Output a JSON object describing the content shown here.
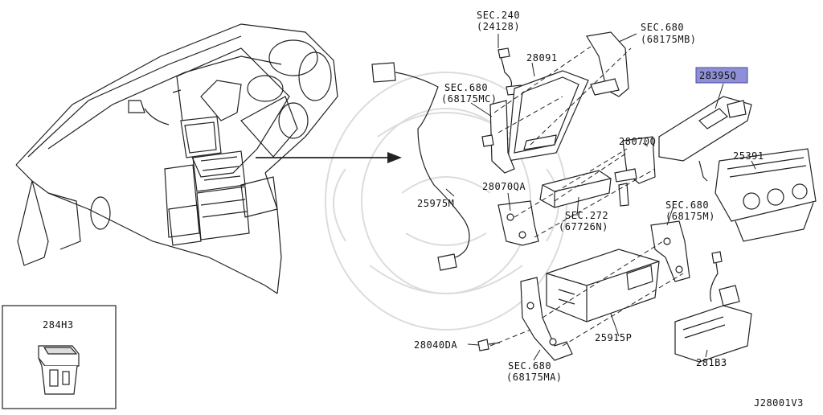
{
  "diagram_code": "J28001V3",
  "inset": {
    "part": "284H3"
  },
  "parts": {
    "p28395Q": "28395Q",
    "p28091": "28091",
    "p28070Q": "28070Q",
    "p25391": "25391",
    "p28070QA": "28070QA",
    "p25975M": "25975M",
    "p25915P": "25915P",
    "p28040DA": "28040DA",
    "p281B3": "281B3"
  },
  "sections": {
    "s240": {
      "title": "SEC.240",
      "code": "(24128)"
    },
    "s680_mb": {
      "title": "SEC.680",
      "code": "(68175MB)"
    },
    "s680_mc": {
      "title": "SEC.680",
      "code": "(68175MC)"
    },
    "s680_m": {
      "title": "SEC.680",
      "code": "(68175M)"
    },
    "s272": {
      "title": "SEC.272",
      "code": "(67726N)"
    },
    "s680_ma": {
      "title": "SEC.680",
      "code": "(68175MA)"
    }
  },
  "colors": {
    "line": "#222222",
    "highlight": "#8f8fd8",
    "watermark": "#d8d8d8"
  }
}
